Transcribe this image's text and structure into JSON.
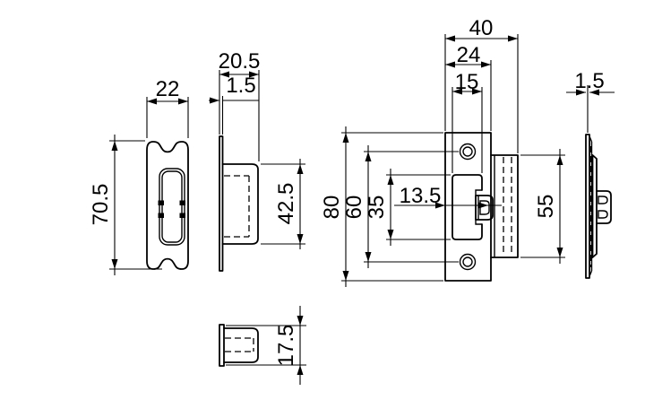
{
  "drawing": {
    "background_color": "#ffffff",
    "line_color": "#000000",
    "views": {
      "strike_plate_front": {
        "width": "22",
        "height": "70.5"
      },
      "strike_plate_side": {
        "overall_depth": "20.5",
        "plate_thickness": "1.5",
        "box_height": "42.5"
      },
      "latch_front": {
        "overall_depth": "40",
        "faceplate_width": "24",
        "opening_width": "15",
        "faceplate_height": "80",
        "screw_hole_spacing": "60",
        "opening_height": "35",
        "bolt_offset": "13.5",
        "case_height": "55"
      },
      "latch_side": {
        "faceplate_thickness": "1.5"
      },
      "bushing_side": {
        "height": "17.5"
      }
    }
  }
}
